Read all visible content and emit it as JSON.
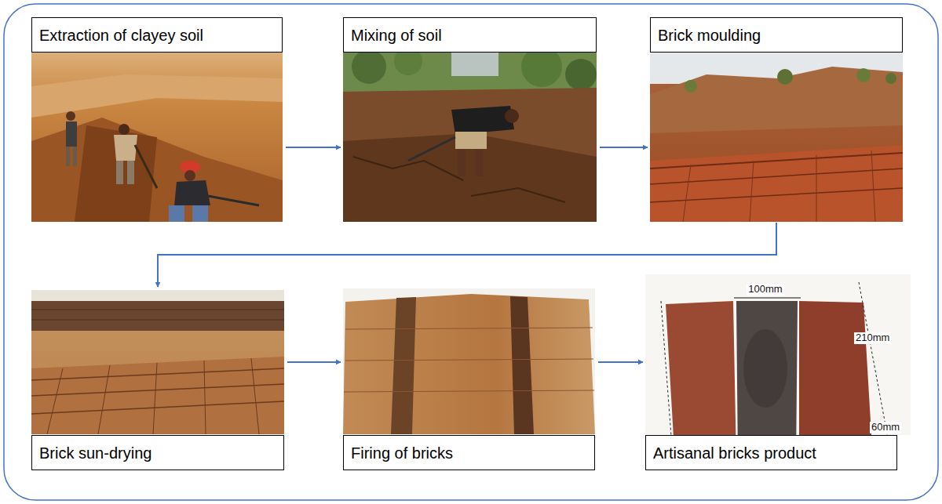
{
  "diagram": {
    "nodes": [
      {
        "text": [
          "Extraction of clayey soil"
        ]
      },
      {
        "text": [
          "Mixing of soil"
        ]
      },
      {
        "text": [
          "Brick moulding"
        ]
      },
      {
        "text": [
          "Brick sun-drying"
        ]
      },
      {
        "text": [
          "Firing of bricks"
        ]
      },
      {
        "text": [
          "Artisanal bricks product"
        ]
      }
    ],
    "edges": [
      {
        "from": 0,
        "to": 1,
        "arrow": "to"
      },
      {
        "from": 1,
        "to": 2,
        "arrow": "to"
      },
      {
        "from": 2,
        "to": 3,
        "arrow": "to"
      },
      {
        "from": 3,
        "to": 4,
        "arrow": "to"
      },
      {
        "from": 4,
        "to": 5,
        "arrow": "to"
      }
    ],
    "labels": [
      "100mm",
      "210mm",
      "60mm"
    ]
  }
}
